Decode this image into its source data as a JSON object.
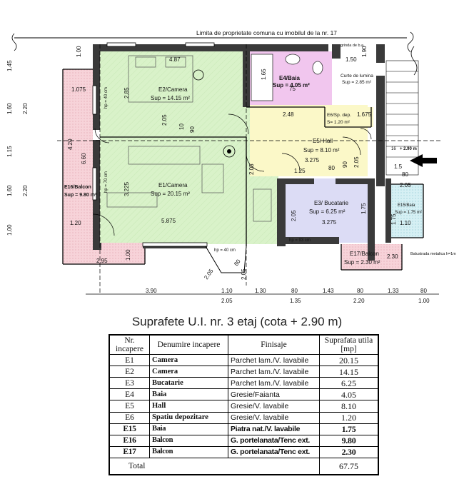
{
  "plan": {
    "top_label": "Limita de proprietate comuna cu imobilul de la nr. 17",
    "grinda_label": "grinda de b.a.",
    "curte_label": "Curte de lumina",
    "curte_sup": "Sup = 2.85 m²",
    "rooms": {
      "e2_name": "E2/Camera",
      "e2_sup": "Sup = 14.15 m²",
      "e1_name": "E1/Camera",
      "e1_sup": "Sup = 20.15 m²",
      "e4_name": "E4/Baia",
      "e4_sup": "Sup = 4.05 m²",
      "e6_name": "E6/Sp. dep.",
      "e6_sup": "S= 1.20 m²",
      "e5_name": "E5/ Hall",
      "e5_sup": "Sup = 8.10 m²",
      "e3_name": "E3/ Bucatarie",
      "e3_sup": "Sup = 6.25 m²",
      "e15_name": "E15/Baia",
      "e15_sup": "Sup = 1.75 m²",
      "e16_name": "E16/Balcon",
      "e16_sup": "Sup = 9.80 m²",
      "e17_name": "E17/Balcon",
      "e17_sup": "Sup = 2.30 m²"
    },
    "dims": {
      "top_100": "1.00",
      "top_487": "4.87",
      "top_150": "1.50",
      "top_190": "1.90",
      "left_145": "1.45",
      "left_160a": "1.60",
      "left_220": "2.20",
      "left_115": "1.15",
      "left_160b": "1.60",
      "left_100": "1.00",
      "d1075": "1.075",
      "d285": "2.85",
      "d420": "4.20",
      "d660": "6.60",
      "d3225": "3.225",
      "d5875": "5.875",
      "d120": "1.20",
      "d295": "2.95",
      "d100b": "1.00",
      "d248": "2.48",
      "d1675": "1.675",
      "d3275a": "3.275",
      "d3275b": "3.275",
      "d125": "1.25",
      "d80a": "80",
      "d80b": "80",
      "d90a": "90",
      "d90b": "90",
      "d205a": "2.05",
      "d205b": "2.05",
      "d205c": "2.05",
      "d205d": "2.05",
      "d205e": "2.05",
      "d175": "1.75",
      "d175b": "1.75",
      "d75": "75",
      "d165": "1.65",
      "d10": "10",
      "d290": "+ 2.90 m",
      "d16": "16",
      "d15": "1.5",
      "d80c": "80",
      "d175c": "1.75",
      "d110": "1.10",
      "d230": "2.30",
      "d205f": "2.05",
      "d80d": "80",
      "d205g": "2.05",
      "d205h": "2.05",
      "hp1": "hp = 40 cm",
      "hp2": "hp = 70 cm",
      "hp3": "hp = 40 cm",
      "hp4": "hp = 93 cm",
      "parap": "Balustrada metalica h=1m",
      "b390": "3.90",
      "b110": "1.10",
      "b205": "2.05",
      "b130": "1.30",
      "b80a": "80",
      "b135": "1.35",
      "b143": "1.43",
      "b80b": "80",
      "b220": "2.20",
      "b133": "1.33",
      "b80c": "80",
      "b100": "1.00"
    }
  },
  "caption": "Suprafete U.I. nr. 3 etaj (cota + 2.90 m)",
  "table": {
    "headers": [
      "Nr. incapere",
      "Denumire incapere",
      "Finisaje",
      "Suprafata utila [mp]"
    ],
    "rows": [
      [
        "E1",
        "Camera",
        "Parchet lam./V. lavabile",
        "20.15"
      ],
      [
        "E2",
        "Camera",
        "Parchet lam./V. lavabile",
        "14.15"
      ],
      [
        "E3",
        "Bucatarie",
        "Parchet lam./V. lavabile",
        "6.25"
      ],
      [
        "E4",
        "Baia",
        "Gresie/Faianta",
        "4.05"
      ],
      [
        "E5",
        "Hall",
        "Gresie/V. lavabile",
        "8.10"
      ],
      [
        "E6",
        "Spatiu depozitare",
        "Gresie/V. lavabile",
        "1.20"
      ],
      [
        "E15",
        "Baia",
        "Piatra nat./V. lavabile",
        "1.75"
      ],
      [
        "E16",
        "Balcon",
        "G. portelanata/Tenc ext.",
        "9.80"
      ],
      [
        "E17",
        "Balcon",
        "G. portelanata/Tenc ext.",
        "2.30"
      ]
    ],
    "total_label": "Total",
    "total_value": "67.75"
  },
  "colors": {
    "green": "#d9f2c9",
    "pink": "#f7d3d9",
    "magenta": "#f1c6ee",
    "yellow": "#fbf8c8",
    "lavender": "#dcdcf5",
    "cyan": "#d6f0f4",
    "wall": "#3a3a3a"
  }
}
